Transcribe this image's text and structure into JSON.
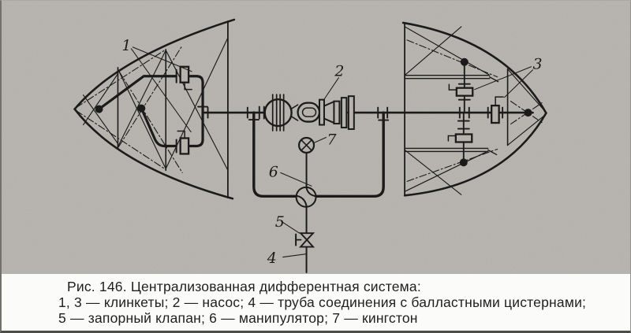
{
  "figure_caption": {
    "title": "Рис. 146. Централизованная дифферентная система:",
    "legend_line_1": "1, 3 — клинкеты; 2 — насос; 4 — труба соединения с балластными цистернами;",
    "legend_line_2": "5 — запорный клапан; 6 — манипулятор; 7 — кингстон"
  },
  "diagram": {
    "labels": {
      "klinkets_bow": "1",
      "pump": "2",
      "klinkets_stern": "3",
      "ballast_pipe": "4",
      "stop_valve": "5",
      "manipulator": "6",
      "kingston": "7"
    },
    "colors": {
      "paper": "#b6b3ad",
      "ink": "#1b1b1b",
      "caption_bg": "#fbfbf9"
    }
  }
}
